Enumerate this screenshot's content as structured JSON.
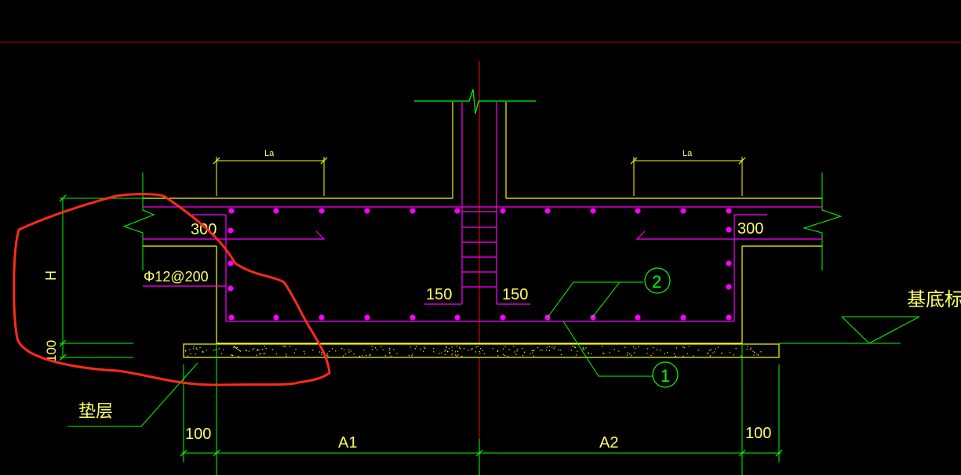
{
  "colors": {
    "background": "#000000",
    "outline": "#ffff00",
    "rebar": "#ff00ff",
    "dimension": "#00ff00",
    "centerline": "#ff0000",
    "annotation_red": "#ff2a1a",
    "text": "#ffff66"
  },
  "labels": {
    "la_left": "La",
    "la_right": "La",
    "dim_300_left": "300",
    "dim_300_right": "300",
    "rebar_spec": "Φ12@200",
    "dim_150_left": "150",
    "dim_150_right": "150",
    "height_h": "H",
    "height_100": "100",
    "cushion": "垫层",
    "base_elevation": "基底标高",
    "callout_1": "1",
    "callout_2": "2",
    "dim_100_left": "100",
    "dim_a1": "A1",
    "dim_a2": "A2",
    "dim_100_right": "100"
  }
}
